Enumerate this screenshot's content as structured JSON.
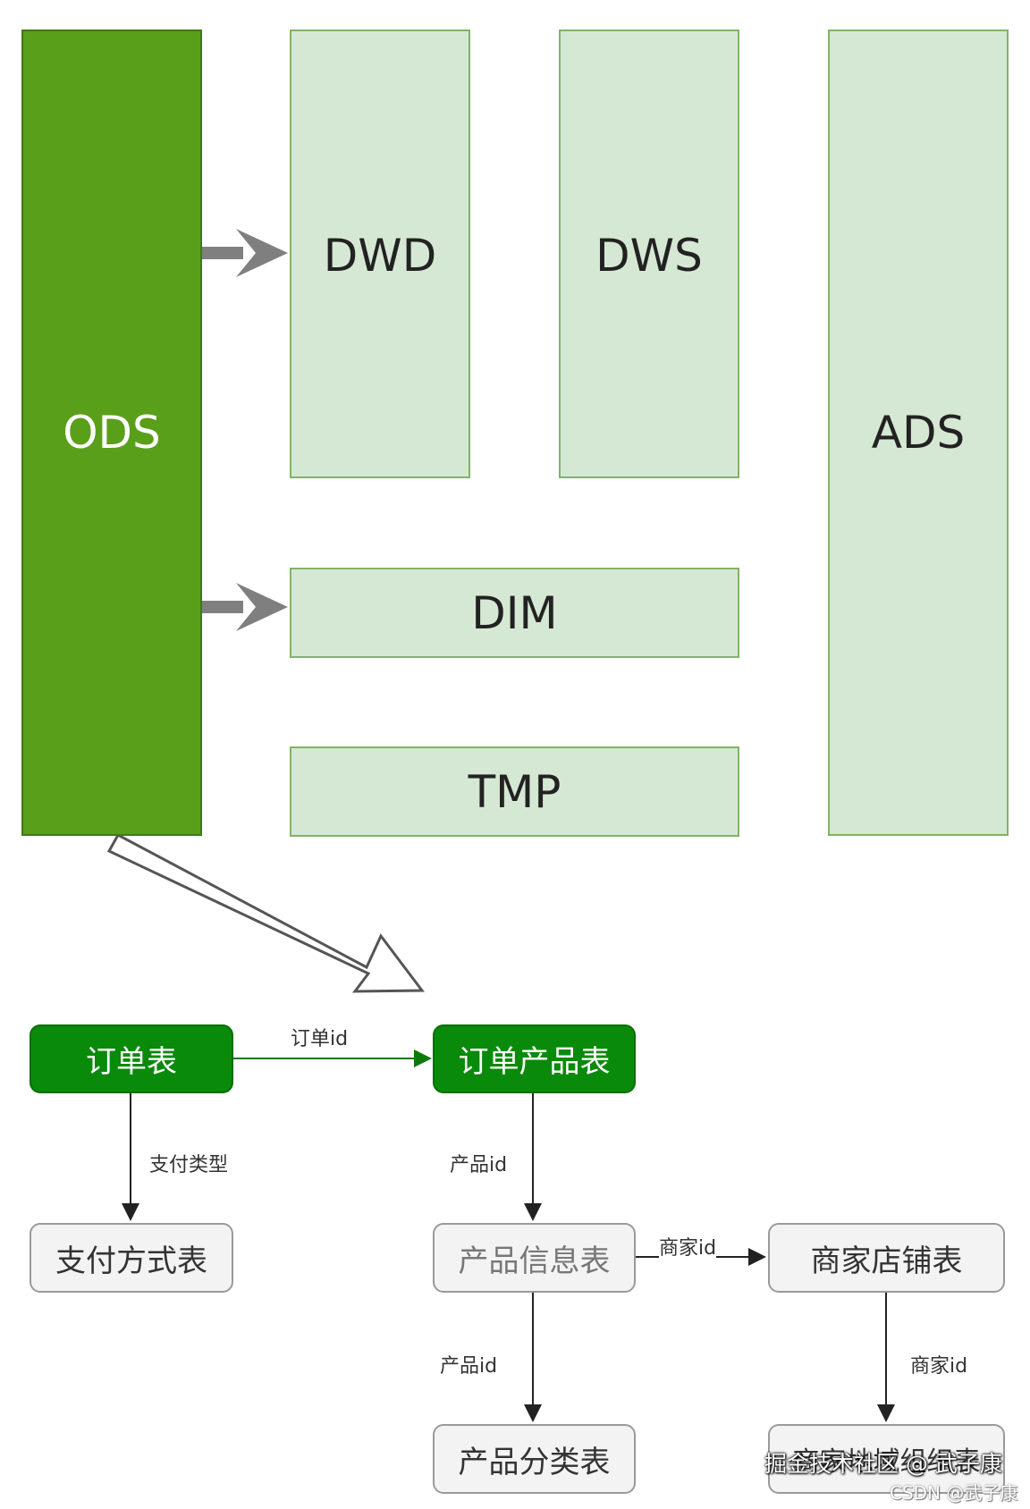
{
  "layers": {
    "ods": "ODS",
    "dwd": "DWD",
    "dws": "DWS",
    "ads": "ADS",
    "dim": "DIM",
    "tmp": "TMP"
  },
  "tables": {
    "order": "订单表",
    "order_product": "订单产品表",
    "payment_method": "支付方式表",
    "product_info": "产品信息表",
    "merchant_shop": "商家店铺表",
    "product_category": "产品分类表",
    "merchant_region": "商家地域组织表"
  },
  "edges": {
    "order_to_order_product": "订单id",
    "order_to_payment": "支付类型",
    "order_product_to_product_info": "产品id",
    "product_info_to_merchant_shop": "商家id",
    "product_info_to_category": "产品id",
    "merchant_shop_to_region": "商家id"
  },
  "watermark": {
    "line1": "掘金技术社区 @ 武子康",
    "line2": "CSDN @武子康"
  },
  "colors": {
    "ods_fill": "#5a9f1a",
    "layer_fill": "#d5e8d4",
    "layer_border": "#82b366",
    "table_green": "#0a8a0a",
    "table_grey": "#f3f3f3",
    "arrow_grey": "#7f7f7f"
  }
}
